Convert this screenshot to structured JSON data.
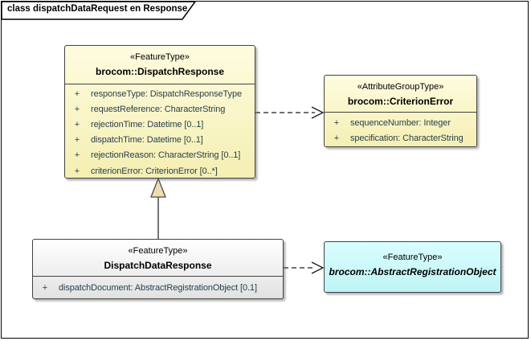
{
  "frame": {
    "title": "class dispatchDataRequest en Response"
  },
  "classes": {
    "dispatch_response": {
      "stereotype": "«FeatureType»",
      "name": "brocom::DispatchResponse",
      "attributes": [
        {
          "vis": "+",
          "text": "responseType: DispatchResponseType"
        },
        {
          "vis": "+",
          "text": "requestReference: CharacterString"
        },
        {
          "vis": "+",
          "text": "rejectionTime: Datetime [0..1]"
        },
        {
          "vis": "+",
          "text": "dispatchTime: Datetime [0..1]"
        },
        {
          "vis": "+",
          "text": "rejectionReason: CharacterString [0..1]"
        },
        {
          "vis": "+",
          "text": "criterionError: CriterionError [0..*]"
        }
      ]
    },
    "criterion_error": {
      "stereotype": "«AttributeGroupType»",
      "name": "brocom::CriterionError",
      "attributes": [
        {
          "vis": "+",
          "text": "sequenceNumber: Integer"
        },
        {
          "vis": "+",
          "text": "specification: CharacterString"
        }
      ]
    },
    "dispatch_data_response": {
      "stereotype": "«FeatureType»",
      "name": "DispatchDataResponse",
      "attributes": [
        {
          "vis": "+",
          "text": "dispatchDocument: AbstractRegistrationObject [0.1]"
        }
      ]
    },
    "abstract_registration_object": {
      "stereotype": "«FeatureType»",
      "name": "brocom::AbstractRegistrationObject"
    }
  },
  "connectors": [
    {
      "type": "dependency",
      "from": "brocom::DispatchResponse",
      "to": "brocom::CriterionError",
      "line": "dashed",
      "arrow": "open"
    },
    {
      "type": "generalization",
      "from": "DispatchDataResponse",
      "to": "brocom::DispatchResponse",
      "line": "solid",
      "arrow": "hollow-triangle"
    },
    {
      "type": "dependency",
      "from": "DispatchDataResponse",
      "to": "brocom::AbstractRegistrationObject",
      "line": "dashed",
      "arrow": "open"
    }
  ],
  "colors": {
    "feature_type_fill": "#FBF6C8",
    "abstract_class_fill": "#CCFAFA",
    "local_class_fill": "#F0F0F0",
    "box_border": "#424242",
    "attribute_text": "#28404d",
    "generalization_triangle_fill": "#F0DCB2",
    "frame_border": "#000000"
  }
}
